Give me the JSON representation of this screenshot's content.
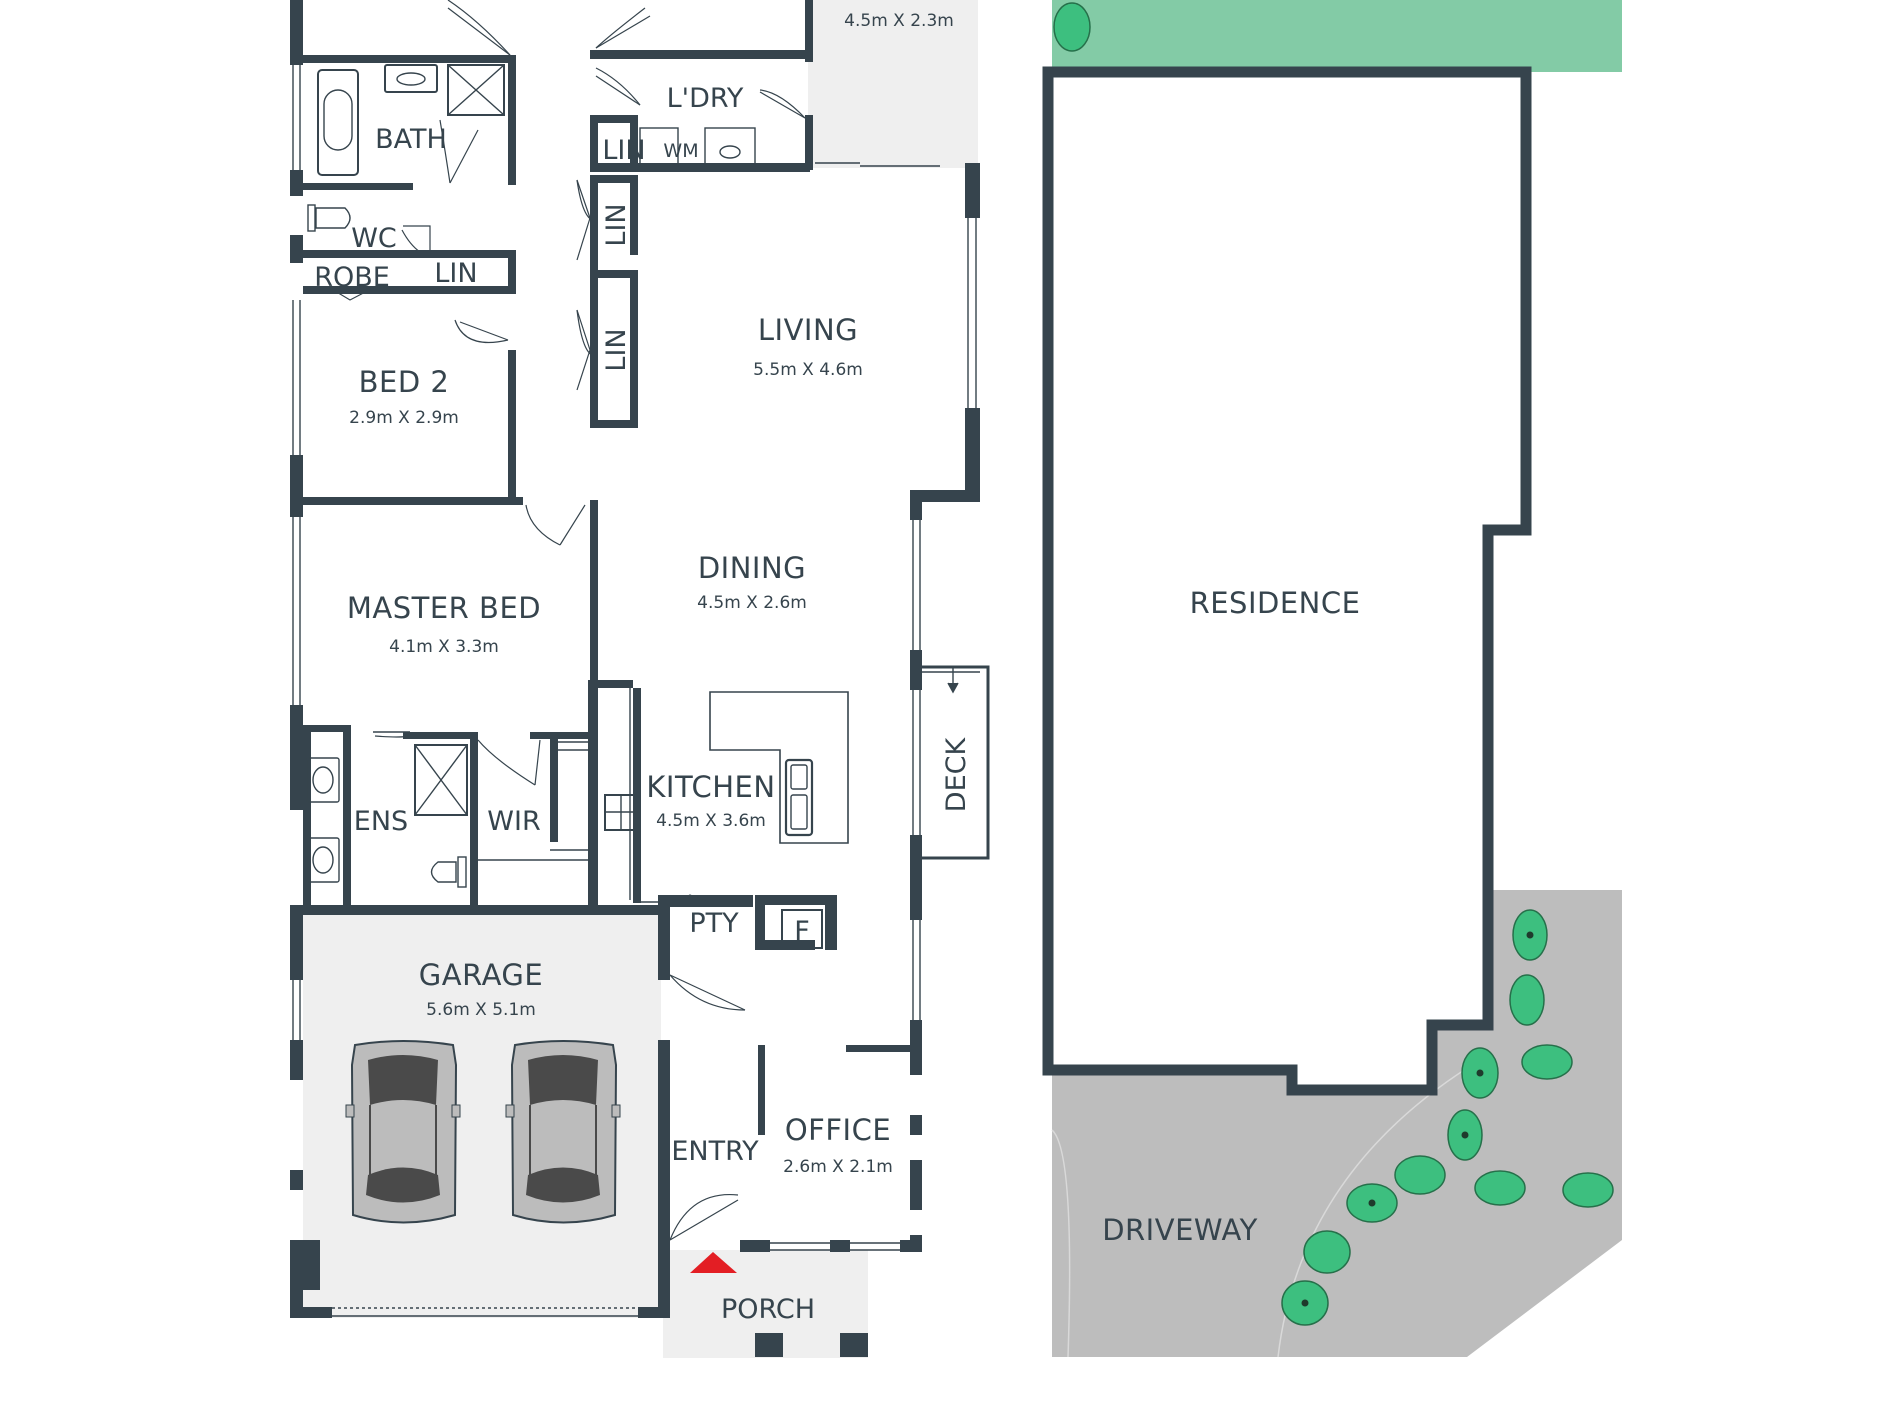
{
  "colors": {
    "wall": "#36444d",
    "garden": "#83cba6",
    "driveway": "#bdbdbd",
    "garage_floor": "#efefef",
    "shrub": "#3dbf7f",
    "entry_marker": "#e31e24"
  },
  "rooms": {
    "patio": {
      "dims": "4.5m X 2.3m"
    },
    "laundry": {
      "name": "L'DRY"
    },
    "washing_machine": {
      "name": "WM"
    },
    "linen_laundry": {
      "name": "LIN"
    },
    "bath": {
      "name": "BATH"
    },
    "wc": {
      "name": "WC"
    },
    "robe": {
      "name": "ROBE"
    },
    "linen_bed2": {
      "name": "LIN"
    },
    "linen_hall_1": {
      "name": "LIN"
    },
    "linen_hall_2": {
      "name": "LIN"
    },
    "living": {
      "name": "LIVING",
      "dims": "5.5m X 4.6m"
    },
    "bed2": {
      "name": "BED 2",
      "dims": "2.9m X 2.9m"
    },
    "master_bed": {
      "name": "MASTER BED",
      "dims": "4.1m X 3.3m"
    },
    "dining": {
      "name": "DINING",
      "dims": "4.5m X 2.6m"
    },
    "kitchen": {
      "name": "KITCHEN",
      "dims": "4.5m X 3.6m"
    },
    "deck": {
      "name": "DECK"
    },
    "ensuite": {
      "name": "ENS"
    },
    "wir": {
      "name": "WIR"
    },
    "pantry": {
      "name": "PTY"
    },
    "fridge": {
      "name": "F"
    },
    "garage": {
      "name": "GARAGE",
      "dims": "5.6m X 5.1m"
    },
    "entry": {
      "name": "ENTRY"
    },
    "office": {
      "name": "OFFICE",
      "dims": "2.6m X 2.1m"
    },
    "porch": {
      "name": "PORCH"
    },
    "residence": {
      "name": "RESIDENCE"
    },
    "driveway": {
      "name": "DRIVEWAY"
    }
  }
}
